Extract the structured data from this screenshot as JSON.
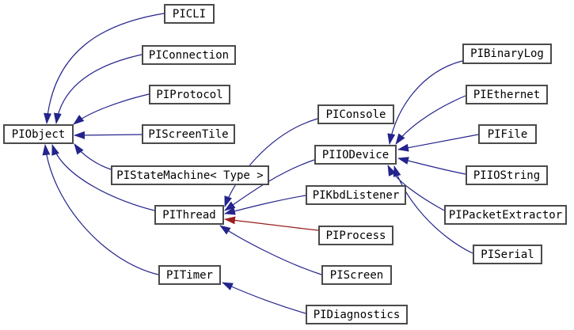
{
  "diagram": {
    "type": "class-inheritance-graph",
    "background": "#ffffff",
    "colors": {
      "public_edge": "#24248c",
      "private_edge": "#9b1e1e",
      "node_border": "#4a4a4a",
      "node_bg": "#ffffff",
      "node_text": "#000000"
    },
    "nodes": [
      {
        "id": "piobject",
        "label": "PIObject"
      },
      {
        "id": "picli",
        "label": "PICLI"
      },
      {
        "id": "piconnection",
        "label": "PIConnection"
      },
      {
        "id": "piprotocol",
        "label": "PIProtocol"
      },
      {
        "id": "piscreentile",
        "label": "PIScreenTile"
      },
      {
        "id": "pistatemachine",
        "label": "PIStateMachine< Type >"
      },
      {
        "id": "pithread",
        "label": "PIThread"
      },
      {
        "id": "pitimer",
        "label": "PITimer"
      },
      {
        "id": "piconsole",
        "label": "PIConsole"
      },
      {
        "id": "piiodevice",
        "label": "PIIODevice"
      },
      {
        "id": "pikbdlistener",
        "label": "PIKbdListener"
      },
      {
        "id": "piprocess",
        "label": "PIProcess"
      },
      {
        "id": "piscreen",
        "label": "PIScreen"
      },
      {
        "id": "pidiagnostics",
        "label": "PIDiagnostics"
      },
      {
        "id": "pibinarylog",
        "label": "PIBinaryLog"
      },
      {
        "id": "piethernet",
        "label": "PIEthernet"
      },
      {
        "id": "pifile",
        "label": "PIFile"
      },
      {
        "id": "piiostring",
        "label": "PIIOString"
      },
      {
        "id": "pipacketextractor",
        "label": "PIPacketExtractor"
      },
      {
        "id": "piserial",
        "label": "PISerial"
      }
    ],
    "edges": [
      {
        "from": "PICLI",
        "to": "PIObject",
        "relation": "public"
      },
      {
        "from": "PIConnection",
        "to": "PIObject",
        "relation": "public"
      },
      {
        "from": "PIProtocol",
        "to": "PIObject",
        "relation": "public"
      },
      {
        "from": "PIScreenTile",
        "to": "PIObject",
        "relation": "public"
      },
      {
        "from": "PIStateMachine< Type >",
        "to": "PIObject",
        "relation": "public"
      },
      {
        "from": "PIThread",
        "to": "PIObject",
        "relation": "public"
      },
      {
        "from": "PITimer",
        "to": "PIObject",
        "relation": "public"
      },
      {
        "from": "PIConsole",
        "to": "PIThread",
        "relation": "public"
      },
      {
        "from": "PIIODevice",
        "to": "PIThread",
        "relation": "public"
      },
      {
        "from": "PIKbdListener",
        "to": "PIThread",
        "relation": "public"
      },
      {
        "from": "PIProcess",
        "to": "PIThread",
        "relation": "private"
      },
      {
        "from": "PIScreen",
        "to": "PIThread",
        "relation": "public"
      },
      {
        "from": "PIBinaryLog",
        "to": "PIIODevice",
        "relation": "public"
      },
      {
        "from": "PIEthernet",
        "to": "PIIODevice",
        "relation": "public"
      },
      {
        "from": "PIFile",
        "to": "PIIODevice",
        "relation": "public"
      },
      {
        "from": "PIIOString",
        "to": "PIIODevice",
        "relation": "public"
      },
      {
        "from": "PIPacketExtractor",
        "to": "PIIODevice",
        "relation": "public"
      },
      {
        "from": "PISerial",
        "to": "PIIODevice",
        "relation": "public"
      },
      {
        "from": "PIDiagnostics",
        "to": "PITimer",
        "relation": "public"
      }
    ]
  }
}
